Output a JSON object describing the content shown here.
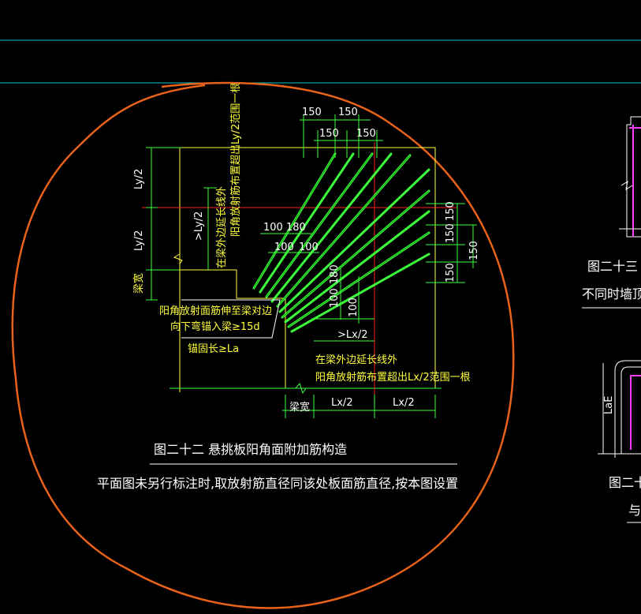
{
  "drawing": {
    "figure22": {
      "dims_top": [
        "150",
        "150",
        "150",
        "150"
      ],
      "dims_left": [
        "Ly/2",
        "Ly/2"
      ],
      "beam_width_left": "梁宽",
      "dims_inner": [
        "100",
        "180",
        "100",
        "100"
      ],
      "dims_inner_vertical": [
        "180",
        "100",
        "100"
      ],
      "dims_right": [
        "150",
        "150",
        "150",
        "150"
      ],
      "label_gt_ly2": ">Ly/2",
      "label_gt_lx2": ">Lx/2",
      "dims_bottom": [
        "梁宽",
        "Lx/2",
        "Lx/2"
      ],
      "note_vertical_1": "在梁外边延长线外",
      "note_vertical_2": "阳角放射筋布置超出Ly/2范围一根",
      "note_left_1": "阳角放射面筋伸至梁对边",
      "note_left_2": "向下弯锚入梁≥15d",
      "note_left_3": "锚固长≥La",
      "note_bottom_1": "在梁外边延长线外",
      "note_bottom_2": "阳角放射筋布置超出Lx/2范围一根",
      "title": "图二十二  悬挑板阳角面附加筋构造",
      "subtitle": "平面图未另行标注时,取放射筋直径同该处板面筋直径,按本图设置"
    },
    "figure23": {
      "caption_1": "图二十三  域",
      "caption_2": "不同时墙顶钅"
    },
    "figure24": {
      "dim": "LaE",
      "caption_1": "图二十",
      "caption_2": "与"
    }
  },
  "colors": {
    "background": "#000000",
    "cyan_line": "#00c8c8",
    "orange_markup": "#e8621a",
    "yellow_outline": "#ffff3c",
    "green_rebar": "#3cff3c",
    "red_axis": "#ff2020",
    "white_text": "#ffffff",
    "magenta": "#ff40ff"
  }
}
